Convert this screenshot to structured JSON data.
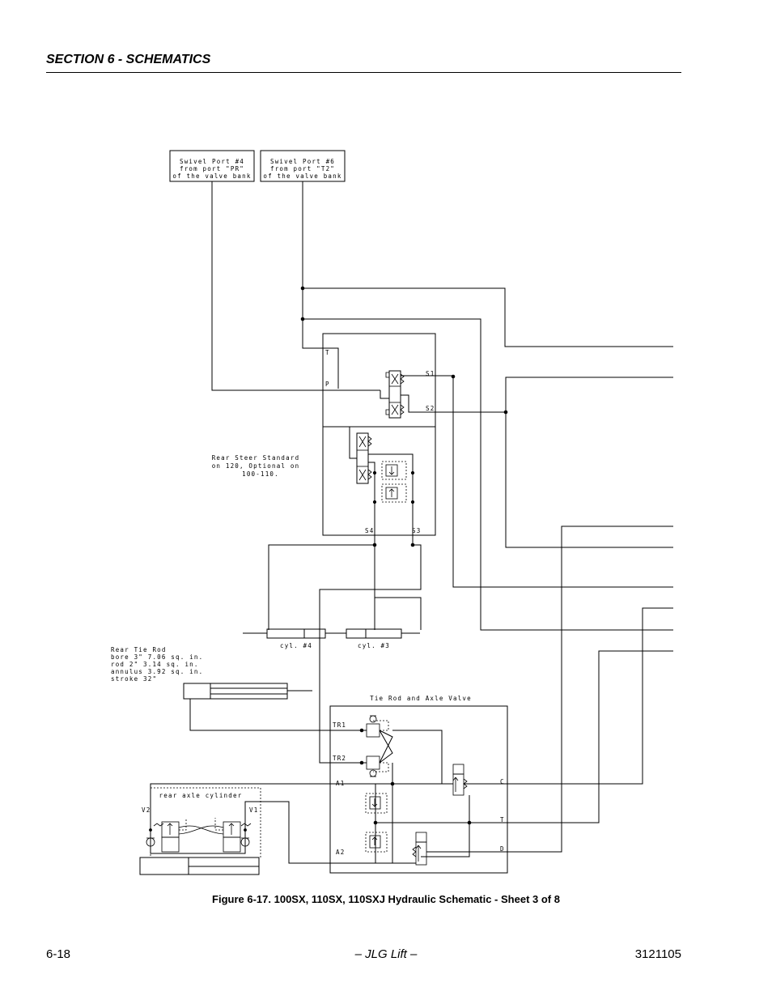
{
  "header": {
    "section_title": "SECTION 6 - SCHEMATICS"
  },
  "caption": "Figure 6-17.  100SX, 110SX, 110SXJ Hydraulic Schematic - Sheet 3 of 8",
  "footer": {
    "page_number": "6-18",
    "center": "– JLG Lift –",
    "doc_number": "3121105"
  },
  "diagram": {
    "swivel_port_4": [
      "Swivel Port #4",
      "from port \"PR\"",
      "of the valve bank"
    ],
    "swivel_port_6": [
      "Swivel Port #6",
      "from port \"T2\"",
      "of the valve bank"
    ],
    "rear_steer_note": [
      "Rear Steer Standard",
      "on 120, Optional on",
      "100-110."
    ],
    "steer_ports": {
      "t": "T",
      "p": "P",
      "s1": "S1",
      "s2": "S2",
      "s3": "S3",
      "s4": "S4"
    },
    "cyl4_label": "cyl. #4",
    "cyl3_label": "cyl. #3",
    "rear_tie_rod": [
      "Rear Tie Rod",
      "bore   3\"  7.06 sq. in.",
      "rod    2\"  3.14 sq. in.",
      "annulus   3.92 sq. in.",
      "stroke  32\""
    ],
    "tie_rod_valve_title": "Tie Rod and Axle Valve",
    "tie_rod_ports": {
      "tr1": "TR1",
      "tr2": "TR2",
      "a1": "A1",
      "a2": "A2",
      "c": "C",
      "t": "T",
      "d": "D"
    },
    "rear_axle_title": "rear axle cylinder",
    "rear_axle_ports": {
      "v1": "V1",
      "v2": "V2"
    }
  }
}
